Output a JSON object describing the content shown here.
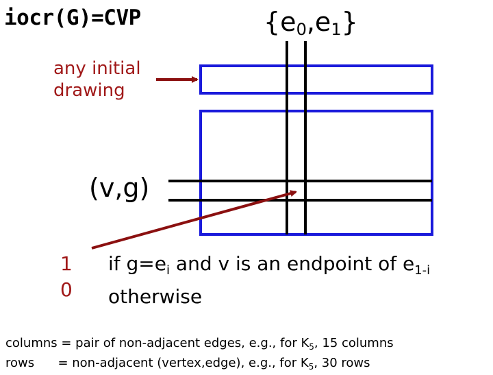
{
  "title": "iocr(G)=CVP",
  "edge_set": {
    "open": "{e",
    "sub0": "0",
    "mid": ",e",
    "sub1": "1",
    "close": "}"
  },
  "note": {
    "line1": "any initial",
    "line2": "drawing"
  },
  "cell_label": "(v,g)",
  "cases": {
    "val1": "1",
    "val0": "0",
    "cond1_a": "if  g=e",
    "cond1_sub": "i",
    "cond1_b": " and v is an endpoint of e",
    "cond1_sub2": "1-i",
    "cond0": "otherwise"
  },
  "footer": {
    "columns_a": "columns = pair of non-adjacent edges, e.g., for K",
    "columns_sub": "5",
    "columns_b": ", 15 columns",
    "rows_a": "rows      = non-adjacent (vertex,edge), e.g., for K",
    "rows_sub": "5",
    "rows_b": ", 30 rows"
  },
  "colors": {
    "box": "#1a1adb",
    "arrow": "#8b1010",
    "line": "#000000",
    "accent_text": "#a01818"
  }
}
